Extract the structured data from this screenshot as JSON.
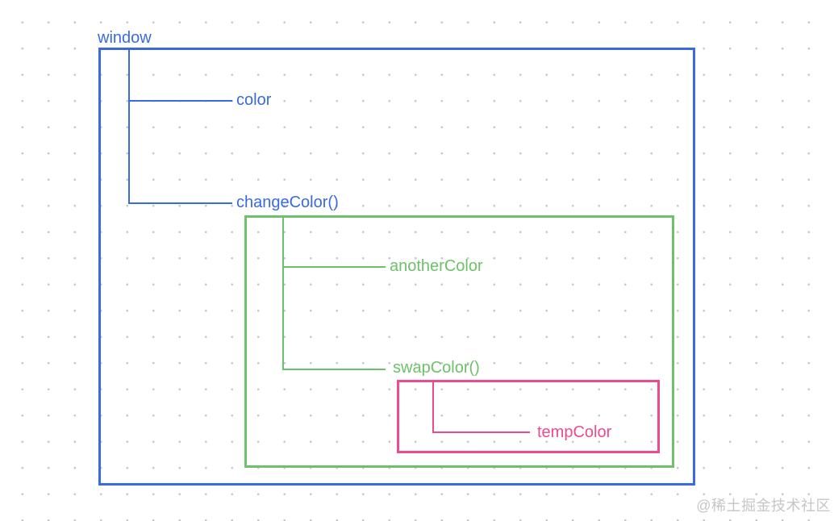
{
  "diagram_title": "scope-chain-diagram",
  "scopes": [
    {
      "id": "window",
      "label": "window",
      "color": "#3a6ae1",
      "members": [
        {
          "label": "color"
        },
        {
          "label": "changeColor()"
        }
      ]
    },
    {
      "id": "changeColor",
      "label": "changeColor()",
      "color": "#6cc268",
      "members": [
        {
          "label": "anotherColor"
        },
        {
          "label": "swapColor()"
        }
      ]
    },
    {
      "id": "swapColor",
      "label": "swapColor()",
      "color": "#ed4a8f",
      "members": [
        {
          "label": "tempColor"
        }
      ]
    }
  ],
  "colors": {
    "window_scope": "#3a6ae1",
    "changeColor_scope": "#6cc268",
    "swapColor_scope": "#ed4a8f",
    "grid_dot": "#c7c7cc",
    "watermark_text": "#c6c6c6",
    "background": "#ffffff"
  },
  "watermark": "@稀土掘金技术社区"
}
